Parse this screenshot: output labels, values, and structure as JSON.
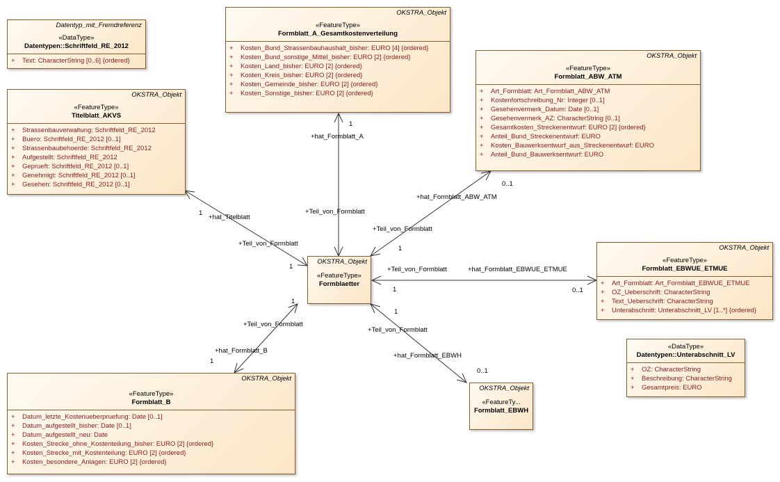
{
  "classes": {
    "schriftfeld": {
      "tag": "Datentyp_mit_Fremdreferenz",
      "stereotype": "«DataType»",
      "name": "Datentypen::Schriftfeld_RE_2012",
      "attrs": [
        {
          "vis": "+",
          "text": "Text: CharacterString [0..6] {ordered}"
        }
      ]
    },
    "formblatt_a": {
      "tag": "OKSTRA_Objekt",
      "stereotype": "«FeatureType»",
      "name": "Formblatt_A_Gesamtkostenverteilung",
      "attrs": [
        {
          "vis": "+",
          "text": "Kosten_Bund_Strassenbauhaushalt_bisher: EURO [4] {ordered}"
        },
        {
          "vis": "+",
          "text": "Kosten_Bund_sonstige_Mittel_bisher: EURO [2] {ordered}"
        },
        {
          "vis": "+",
          "text": "Kosten_Land_bisher: EURO [2] {ordered}"
        },
        {
          "vis": "+",
          "text": "Kosten_Kreis_bisher: EURO [2] {ordered}"
        },
        {
          "vis": "+",
          "text": "Kosten_Gemeinde_bisher: EURO [2] {ordered}"
        },
        {
          "vis": "+",
          "text": "Kosten_Sonstige_bisher: EURO [2] {ordered}"
        }
      ]
    },
    "abw_atm": {
      "tag": "OKSTRA_Objekt",
      "stereotype": "«FeatureType»",
      "name": "Formblatt_ABW_ATM",
      "attrs": [
        {
          "vis": "+",
          "text": "Art_Formblatt: Art_Formblatt_ABW_ATM"
        },
        {
          "vis": "+",
          "text": "Kostenfortschreibung_Nr: Integer [0..1]"
        },
        {
          "vis": "+",
          "text": "Gesehenvermerk_Datum: Date [0..1]"
        },
        {
          "vis": "+",
          "text": "Gesehenvermerk_AZ: CharacterString [0..1]"
        },
        {
          "vis": "+",
          "text": "Gesamtkosten_Streckenentwurf: EURO [2] {ordered}"
        },
        {
          "vis": "+",
          "text": "Anteil_Bund_Streckenentwurf: EURO"
        },
        {
          "vis": "+",
          "text": "Kosten_Bauwerksentwurf_aus_Streckenentwurf: EURO"
        },
        {
          "vis": "+",
          "text": "Anteil_Bund_Bauwerksentwurf: EURO"
        }
      ]
    },
    "titelblatt": {
      "tag": "OKSTRA_Objekt",
      "stereotype": "«FeatureType»",
      "name": "Titelblatt_AKVS",
      "attrs": [
        {
          "vis": "+",
          "text": "Strassenbauverwaltung: Schriftfeld_RE_2012"
        },
        {
          "vis": "+",
          "text": "Buero: Schriftfeld_RE_2012 [0..1]"
        },
        {
          "vis": "+",
          "text": "Strassenbaubehoerde: Schriftfeld_RE_2012"
        },
        {
          "vis": "+",
          "text": "Aufgestellt: Schriftfeld_RE_2012"
        },
        {
          "vis": "+",
          "text": "Geprueft: Schriftfeld_RE_2012 [0..1]"
        },
        {
          "vis": "+",
          "text": "Genehmigt: Schriftfeld_RE_2012 [0..1]"
        },
        {
          "vis": "+",
          "text": "Gesehen: Schriftfeld_RE_2012 [0..1]"
        }
      ]
    },
    "formblaetter": {
      "tag": "OKSTRA_Objekt",
      "stereotype": "«FeatureType»",
      "name": "Formblaetter"
    },
    "ebwue": {
      "tag": "OKSTRA_Objekt",
      "stereotype": "«FeatureType»",
      "name": "Formblatt_EBWUE_ETMUE",
      "attrs": [
        {
          "vis": "+",
          "text": "Art_Formblatt: Art_Formblatt_EBWUE_ETMUE"
        },
        {
          "vis": "+",
          "text": "OZ_Ueberschrift: CharacterString"
        },
        {
          "vis": "+",
          "text": "Text_Ueberschrift: CharacterString"
        },
        {
          "vis": "+",
          "text": "Unterabschnitt: Unterabschnitt_LV [1..*] {ordered}"
        }
      ]
    },
    "unterabschnitt": {
      "stereotype": "«DataType»",
      "name": "Datentypen::Unterabschnitt_LV",
      "attrs": [
        {
          "vis": "+",
          "text": "OZ: CharacterString"
        },
        {
          "vis": "+",
          "text": "Beschreibung: CharacterString"
        },
        {
          "vis": "+",
          "text": "Gesamtpreis: EURO"
        }
      ]
    },
    "formblatt_b": {
      "tag": "OKSTRA_Objekt",
      "stereotype": "«FeatureType»",
      "name": "Formblatt_B",
      "attrs": [
        {
          "vis": "+",
          "text": "Datum_letzte_Kostenueberpruefung: Date [0..1]"
        },
        {
          "vis": "+",
          "text": "Datum_aufgestellt_bisher: Date [0..1]"
        },
        {
          "vis": "+",
          "text": "Datum_aufgestellt_neu: Date"
        },
        {
          "vis": "+",
          "text": "Kosten_Strecke_ohne_Kostenteilung_bisher: EURO [2] {ordered}"
        },
        {
          "vis": "+",
          "text": "Kosten_Strecke_mit_Kostenteilung: EURO [2] {ordered}"
        },
        {
          "vis": "+",
          "text": "Kosten_besondere_Anlagen: EURO [2] {ordered}"
        }
      ]
    },
    "ebwh": {
      "tag": "OKSTRA_Objekt",
      "stereotype": "«FeatureTy...",
      "name": "Formblatt_EBWH"
    }
  },
  "labels": {
    "a_role": "+hat_Formblatt_A",
    "a_mult": "1",
    "a_teil": "+Teil_von_Formblatt",
    "abw_role": "+hat_Formblatt_ABW_ATM",
    "abw_mult": "0..1",
    "abw_teil": "+Teil_von_Formblatt",
    "abw_teil_mult": "1",
    "tit_role": "+hat_Titelblatt",
    "tit_mult": "1",
    "tit_teil": "+Teil_von_Formblatt",
    "tit_teil_mult": "1",
    "ebwue_teil": "+Teil_von_Formblatt",
    "ebwue_role": "+hat_Formblatt_EBWUE_ETMUE",
    "ebwue_teil_mult": "1",
    "ebwue_mult": "0..1",
    "b_teil_mult": "1",
    "b_teil": "+Teil_von_Formblatt",
    "b_role": "+hat_Formblatt_B",
    "b_mult": "1",
    "ebwh_teil_mult": "1",
    "ebwh_teil": "+Teil_von_Formblatt",
    "ebwh_role": "+hat_Formblatt_EBWH",
    "ebwh_mult": "0..1"
  }
}
